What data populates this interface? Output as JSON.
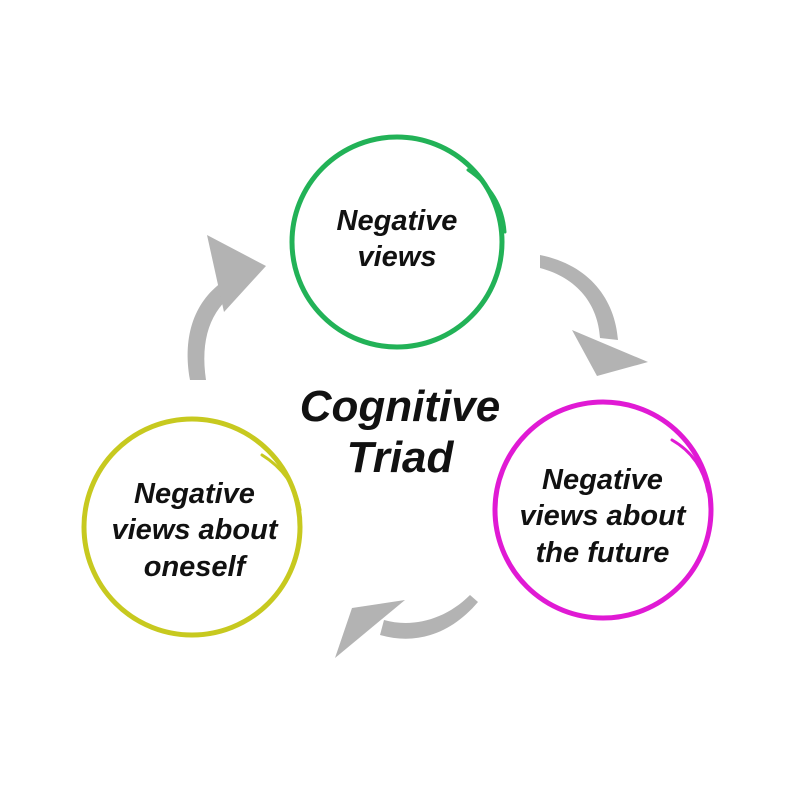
{
  "title": {
    "line1": "Cognitive",
    "line2": "Triad"
  },
  "nodes": [
    {
      "lines": [
        "Negative",
        "views"
      ],
      "color": "#22b257"
    },
    {
      "lines": [
        "Negative",
        "views about",
        "the future"
      ],
      "color": "#e01ad4"
    },
    {
      "lines": [
        "Negative",
        "views about",
        "oneself"
      ],
      "color": "#c7c91f"
    }
  ],
  "arrow_color": "#b3b3b3",
  "background_color": "#ffffff"
}
